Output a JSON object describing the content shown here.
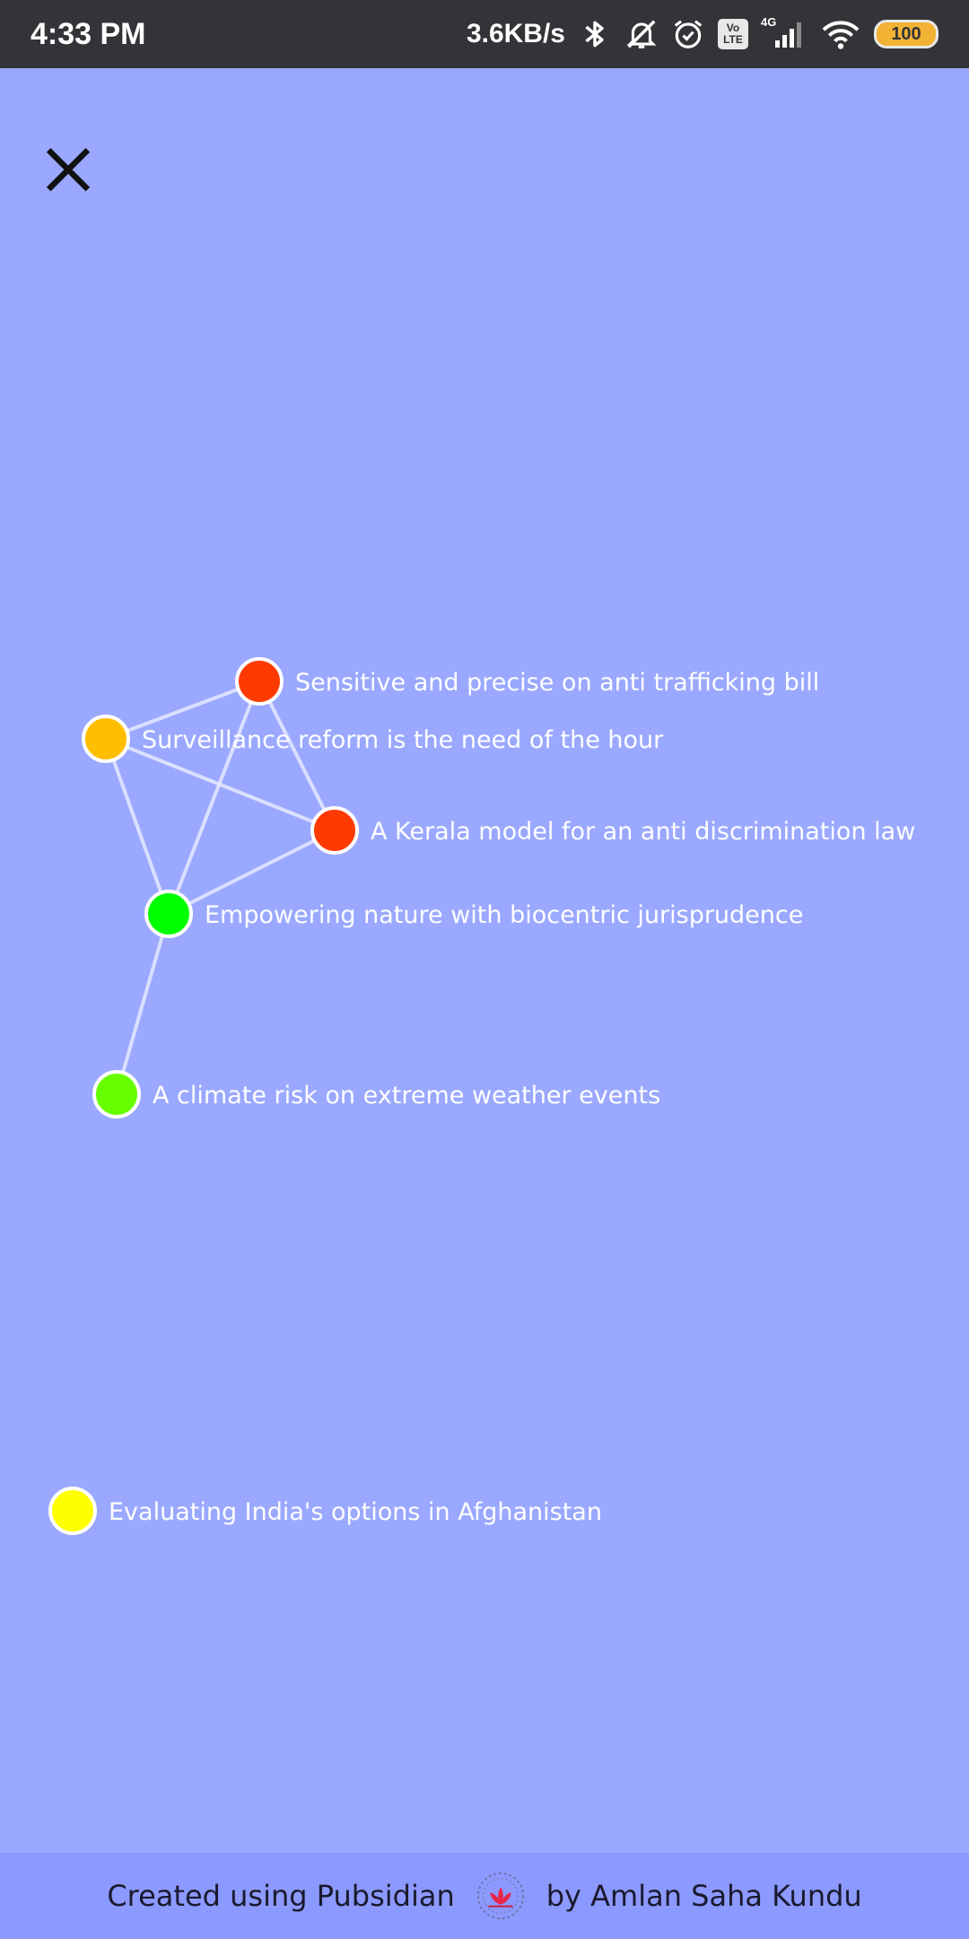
{
  "status_bar": {
    "time": "4:33 PM",
    "net_speed": "3.6KB/s",
    "battery": "100",
    "volte_top": "Vo",
    "volte_bottom": "LTE",
    "network_type": "4G",
    "icons": [
      "bluetooth-icon",
      "mute-icon",
      "alarm-icon",
      "volte-icon",
      "signal-icon",
      "wifi-icon",
      "battery-icon"
    ]
  },
  "close_button": {
    "icon": "close-icon"
  },
  "graph": {
    "nodes": [
      {
        "id": "n1",
        "label": "Sensitive and precise on anti trafficking bill",
        "color": "#ff3a00"
      },
      {
        "id": "n2",
        "label": "Surveillance reform is the need of the hour",
        "color": "#ffbf00"
      },
      {
        "id": "n3",
        "label": "A Kerala model for an anti discrimination law",
        "color": "#ff3a00"
      },
      {
        "id": "n4",
        "label": "Empowering nature with biocentric jurisprudence",
        "color": "#00ff00"
      },
      {
        "id": "n5",
        "label": "A climate risk on extreme weather events",
        "color": "#66ff00"
      },
      {
        "id": "n6",
        "label": "Evaluating India's options in Afghanistan",
        "color": "#ffff00"
      }
    ],
    "edges": [
      [
        "n1",
        "n2"
      ],
      [
        "n1",
        "n3"
      ],
      [
        "n1",
        "n4"
      ],
      [
        "n2",
        "n3"
      ],
      [
        "n2",
        "n4"
      ],
      [
        "n3",
        "n4"
      ],
      [
        "n4",
        "n5"
      ]
    ]
  },
  "footer": {
    "created_text": "Created using Pubsidian",
    "by_text": "by Amlan Saha Kundu",
    "logo_icon": "lotus-logo-icon"
  }
}
